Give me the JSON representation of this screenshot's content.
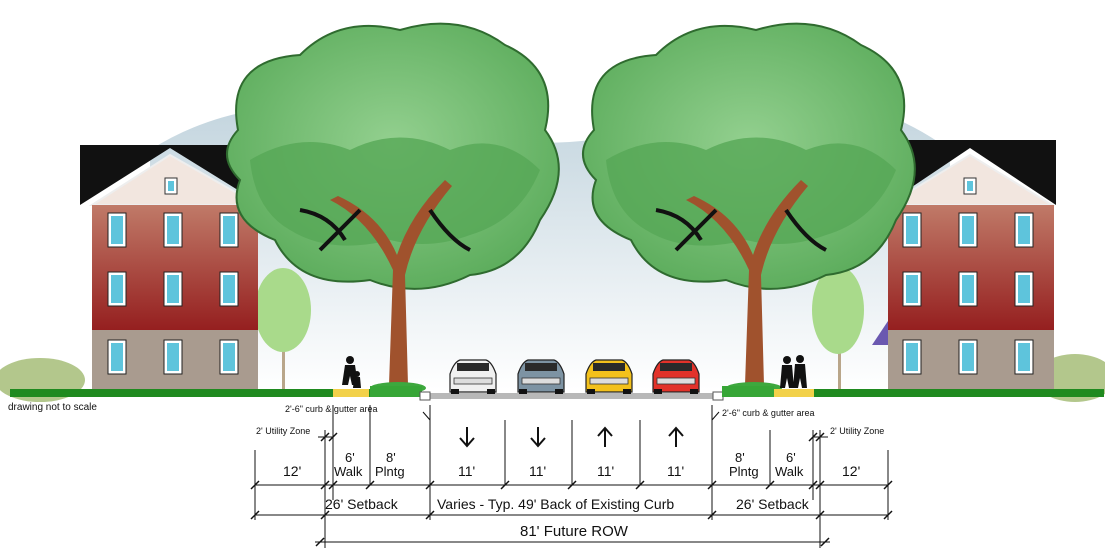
{
  "note": "drawing not to scale",
  "labels": {
    "curb_left": "2'-6\" curb & gutter area",
    "curb_right": "2'-6\" curb & gutter area",
    "utility_left": "2' Utility Zone",
    "utility_right": "2' Utility Zone",
    "set_left": "12'",
    "walk_left_num": "6'",
    "walk_left_txt": "Walk",
    "plant_left_num": "8'",
    "plant_left_txt": "Plntg",
    "lane1": "11'",
    "lane2": "11'",
    "lane3": "11'",
    "lane4": "11'",
    "plant_right_num": "8'",
    "plant_right_txt": "Plntg",
    "walk_right_num": "6'",
    "walk_right_txt": "Walk",
    "set_right": "12'",
    "setback_left": "26' Setback",
    "varies": "Varies - Typ. 49' Back of Existing Curb",
    "setback_right": "26' Setback",
    "row": "81' Future ROW"
  },
  "colors": {
    "foliage": "#7bc47b",
    "foliage_dark": "#3f8f3f",
    "trunk": "#a0522d",
    "brick_top": "#b86a5a",
    "brick_bottom": "#9b2525",
    "base": "#a59a8e",
    "roof": "#111111",
    "grass": "#1f8a1f",
    "walk": "#f2d14a",
    "window": "#5ec4dc"
  },
  "lane_arrows": [
    "down-arrow-icon",
    "down-arrow-icon",
    "up-arrow-icon",
    "up-arrow-icon"
  ],
  "car_colors": [
    "#f0f0f0",
    "#7d93a3",
    "#f3c11c",
    "#e2322a"
  ]
}
